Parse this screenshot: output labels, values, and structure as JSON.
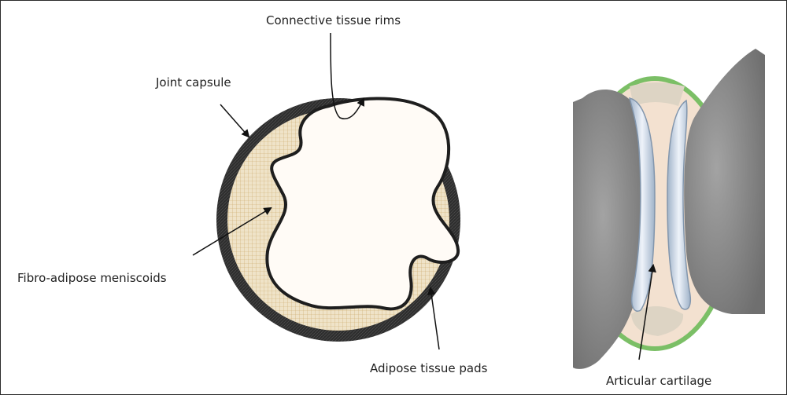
{
  "labels": {
    "connective_tissue_rims": "Connective tissue rims",
    "joint_capsule": "Joint capsule",
    "fibro_adipose_meniscoids": "Fibro-adipose meniscoids",
    "adipose_tissue_pads": "Adipose tissue pads",
    "articular_cartilage": "Articular cartilage"
  },
  "colors": {
    "capsule": "#2e2e2e",
    "mesh_fill": "#efe3c8",
    "mesh_line": "#c9a868",
    "cavity": "#fffbf6",
    "bone": "#8c8c8c",
    "cartilage": "#cddbeb",
    "synovium_ring": "#8cc47a",
    "space_fill": "#f3e1d0"
  }
}
